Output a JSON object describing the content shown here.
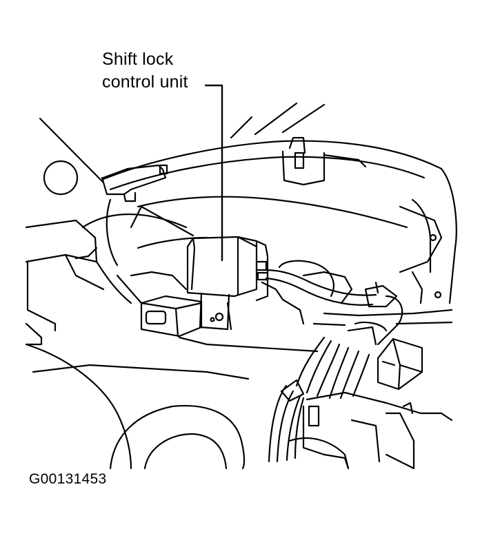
{
  "diagram": {
    "callout": {
      "line1": "Shift lock",
      "line2": "control unit"
    },
    "figure_id": "G00131453",
    "colors": {
      "ink": "#000000",
      "paper": "#ffffff"
    }
  }
}
